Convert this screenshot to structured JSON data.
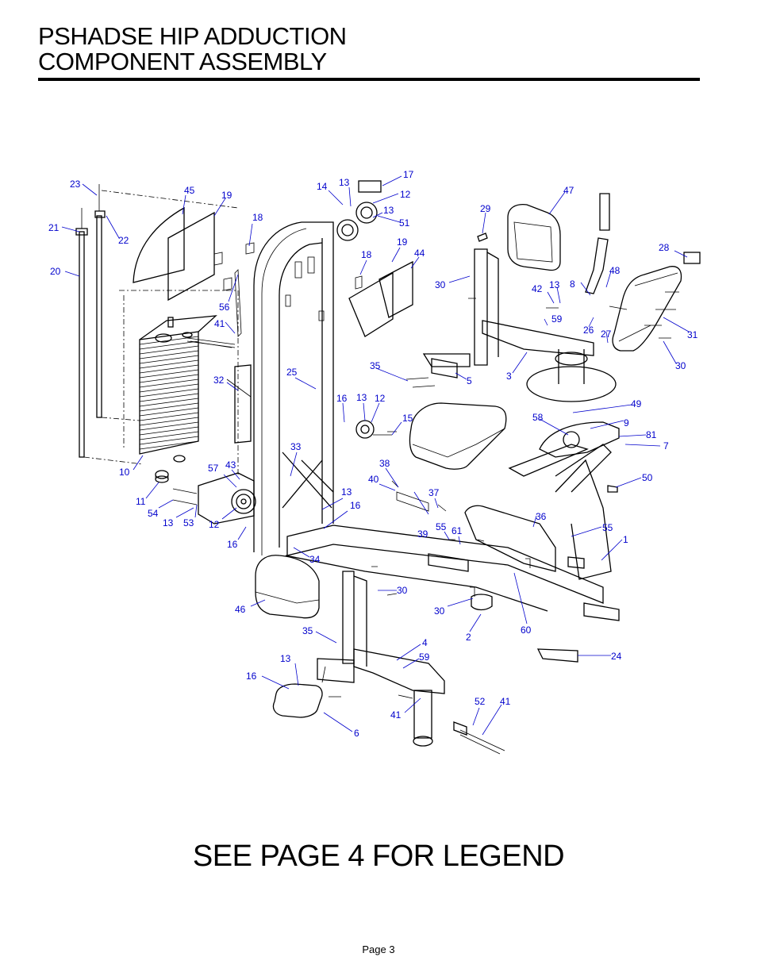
{
  "header": {
    "title_line1": "PSHADSE HIP ADDUCTION",
    "title_line2": "COMPONENT ASSEMBLY"
  },
  "footer": {
    "legend_note": "SEE PAGE 4 FOR LEGEND",
    "page_label": "Page 3"
  },
  "callouts": {
    "c23": "23",
    "c45": "45",
    "c19a": "19",
    "c18a": "18",
    "c21": "21",
    "c22": "22",
    "c20": "20",
    "c56": "56",
    "c41a": "41",
    "c32": "32",
    "c10": "10",
    "c57": "57",
    "c43": "43",
    "c11": "11",
    "c54": "54",
    "c13a": "13",
    "c53": "53",
    "c12a": "12",
    "c16a": "16",
    "c14": "14",
    "c13b": "13",
    "c17": "17",
    "c12b": "12",
    "c13c": "13",
    "c51": "51",
    "c19b": "19",
    "c18b": "18",
    "c44": "44",
    "c25": "25",
    "c16b": "16",
    "c13d": "13",
    "c12c": "12",
    "c15": "15",
    "c33": "33",
    "c38": "38",
    "c40": "40",
    "c13e": "13",
    "c16c": "16",
    "c37": "37",
    "c39": "39",
    "c55a": "55",
    "c61": "61",
    "c34": "34",
    "c30a": "30",
    "c46": "46",
    "c30b": "30",
    "c35a": "35",
    "c2": "2",
    "c60": "60",
    "c4": "4",
    "c59a": "59",
    "c13f": "13",
    "c16d": "16",
    "c41b": "41",
    "c52": "52",
    "c41c": "41",
    "c6": "6",
    "c47": "47",
    "c29": "29",
    "c28": "28",
    "c30c": "30",
    "c42": "42",
    "c13g": "13",
    "c8": "8",
    "c48": "48",
    "c59b": "59",
    "c26": "26",
    "c27": "27",
    "c31": "31",
    "c35b": "35",
    "c5": "5",
    "c3": "3",
    "c30d": "30",
    "c49": "49",
    "c58": "58",
    "c9": "9",
    "c81": "81",
    "c7": "7",
    "c50": "50",
    "c36": "36",
    "c55b": "55",
    "c1": "1",
    "c24": "24"
  }
}
